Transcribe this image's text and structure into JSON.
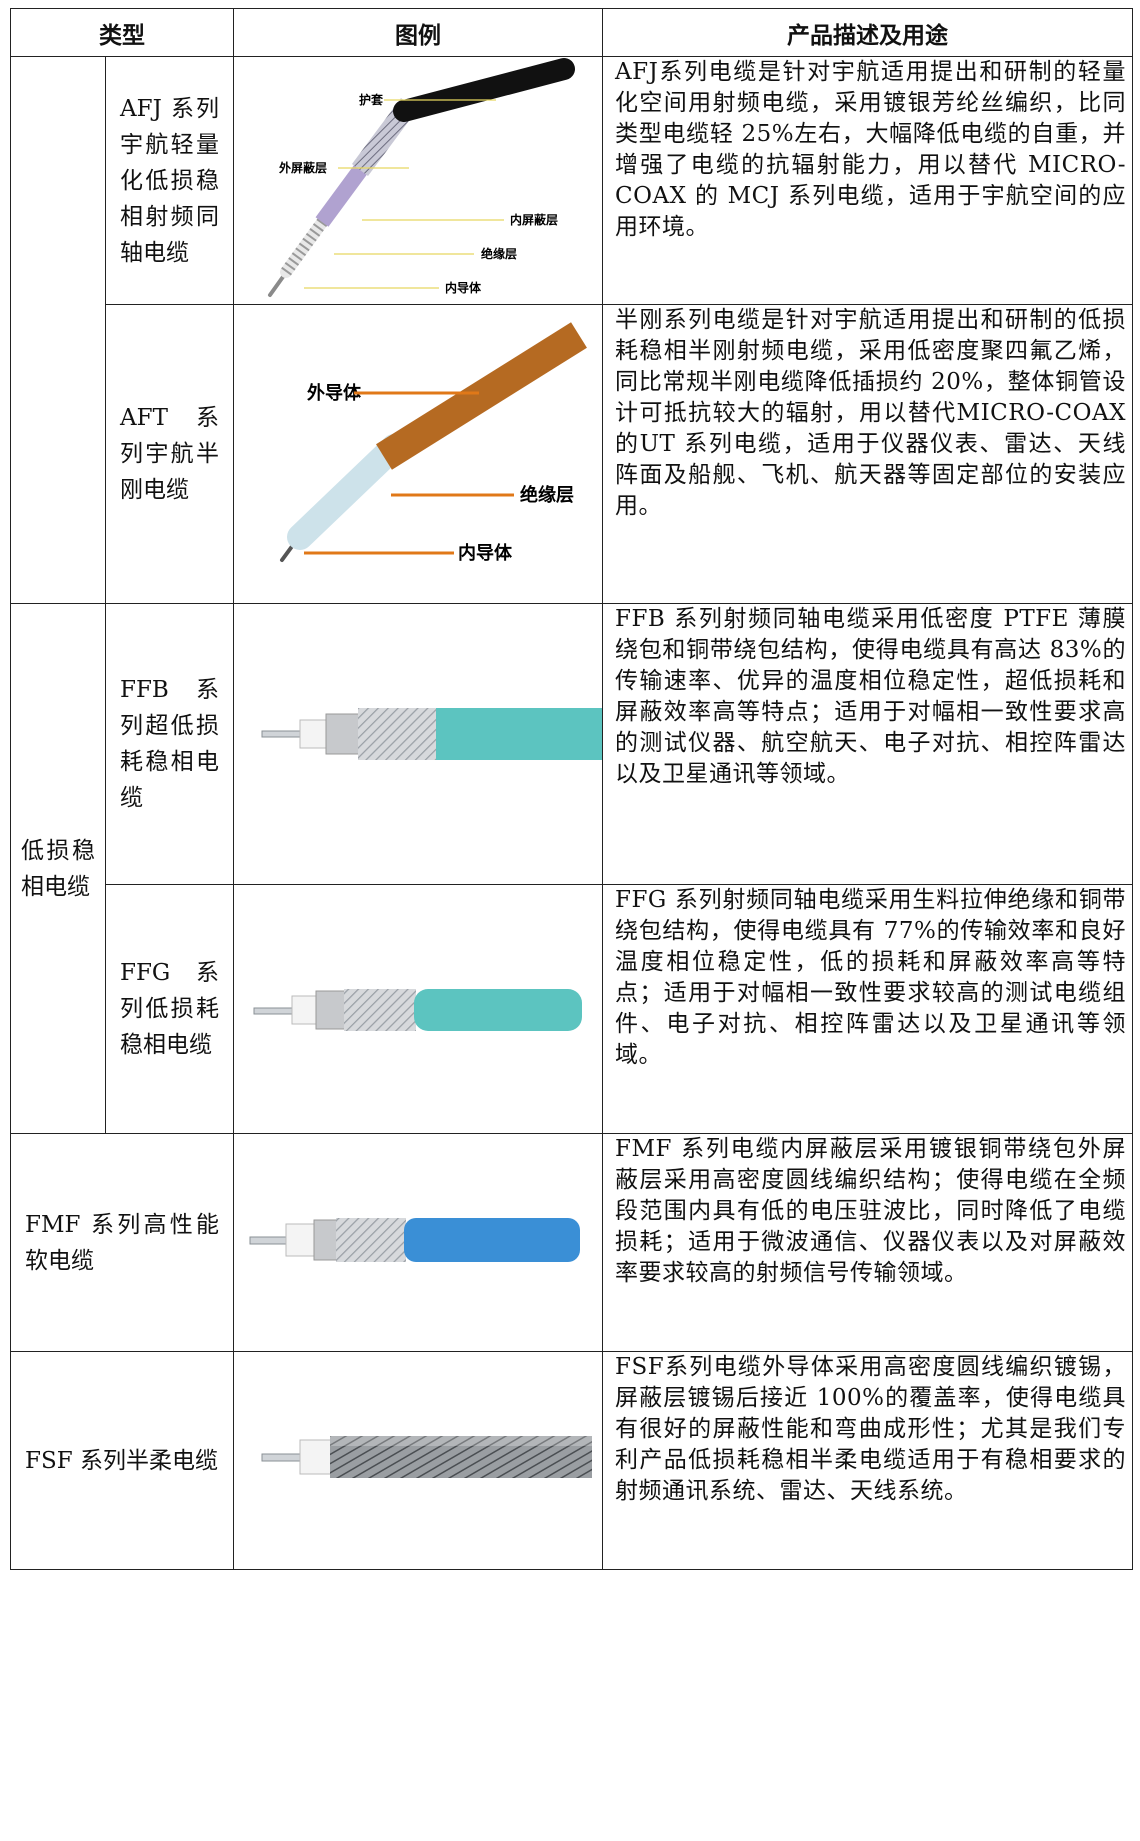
{
  "headers": {
    "type": "类型",
    "figure": "图例",
    "desc": "产品描述及用途"
  },
  "group_low_loss": "低损稳相电缆",
  "rows": [
    {
      "name": "AFJ 系列宇航轻量化低损稳相射频同轴电缆",
      "labels": [
        "护套",
        "外屏蔽层",
        "内屏蔽层",
        "绝缘层",
        "内导体"
      ],
      "desc": "AFJ系列电缆是针对宇航适用提出和研制的轻量化空间用射频电缆，采用镀银芳纶丝编织，比同类型电缆轻 25%左右，大幅降低电缆的自重，并增强了电缆的抗辐射能力，用以替代 MICRO-COAX 的 MCJ 系列电缆，适用于宇航空间的应用环境。"
    },
    {
      "name": "AFT 系列宇航半刚电缆",
      "labels": [
        "外导体",
        "绝缘层",
        "内导体"
      ],
      "desc": "半刚系列电缆是针对宇航适用提出和研制的低损耗稳相半刚射频电缆，采用低密度聚四氟乙烯，同比常规半刚电缆降低插损约 20%，整体铜管设计可抵抗较大的辐射，用以替代MICRO-COAX的UT 系列电缆，适用于仪器仪表、雷达、天线阵面及船舰、飞机、航天器等固定部位的安装应用。"
    },
    {
      "name": "FFB 系列超低损耗稳相电缆",
      "desc": "FFB 系列射频同轴电缆采用低密度 PTFE 薄膜绕包和铜带绕包结构，使得电缆具有高达 83%的传输速率、优异的温度相位稳定性，超低损耗和屏蔽效率高等特点；适用于对幅相一致性要求高的测试仪器、航空航天、电子对抗、相控阵雷达以及卫星通讯等领域。"
    },
    {
      "name": "FFG 系列低损耗稳相电缆",
      "desc": "FFG 系列射频同轴电缆采用生料拉伸绝缘和铜带绕包结构，使得电缆具有 77%的传输效率和良好温度相位稳定性，低的损耗和屏蔽效率高等特点；适用于对幅相一致性要求较高的测试电缆组件、电子对抗、相控阵雷达以及卫星通讯等领域。"
    },
    {
      "name": "FMF 系列高性能软电缆",
      "desc": "FMF 系列电缆内屏蔽层采用镀银铜带绕包外屏蔽层采用高密度圆线编织结构；使得电缆在全频段范围内具有低的电压驻波比，同时降低了电缆损耗；适用于微波通信、仪器仪表以及对屏蔽效率要求较高的射频信号传输领域。"
    },
    {
      "name": "FSF 系列半柔电缆",
      "desc": "FSF系列电缆外导体采用高密度圆线编织镀锡，屏蔽层镀锡后接近 100%的覆盖率，使得电缆具有很好的屏蔽性能和弯曲成形性；尤其是我们专利产品低损耗稳相半柔电缆适用于有稳相要求的射频通讯系统、雷达、天线系统。"
    }
  ],
  "colors": {
    "teal": "#5cc4c0",
    "blue": "#3a8fd6",
    "orange": "#e08a2e",
    "jacket_black": "#111111",
    "copper": "#b56a22"
  }
}
